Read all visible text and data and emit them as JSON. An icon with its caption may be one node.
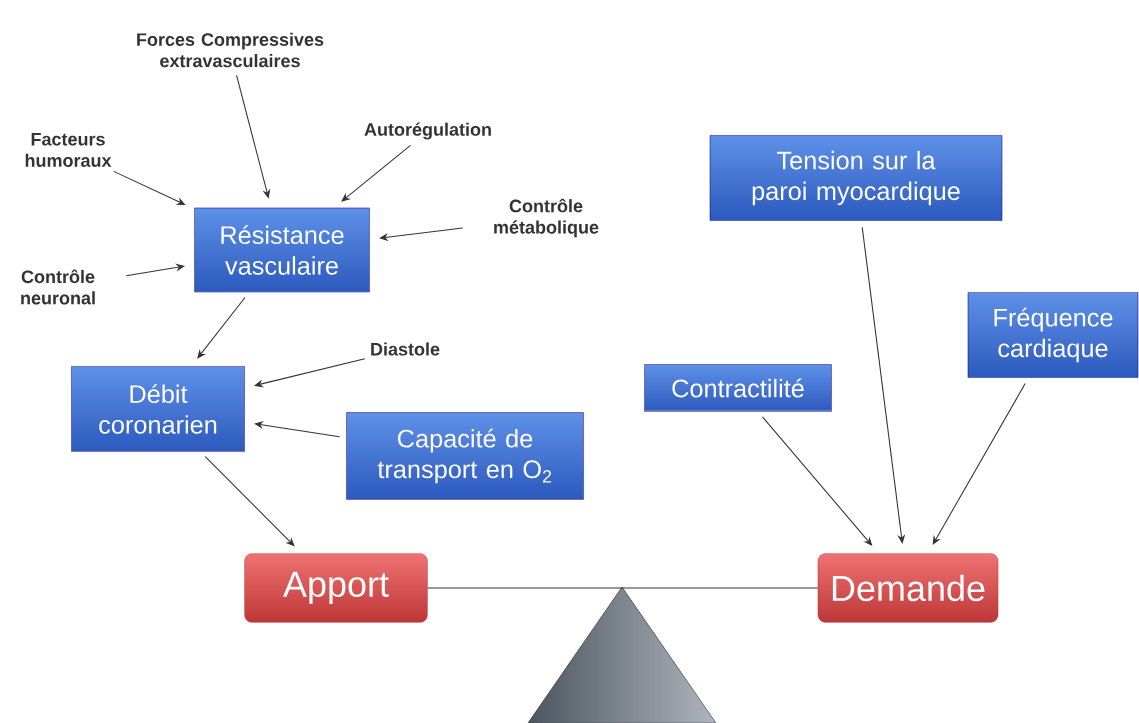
{
  "diagram": {
    "nodes": [
      {
        "text": [
          "Forces Compressives extravasculaires"
        ]
      },
      {
        "text": [
          "Facteurs humoraux"
        ]
      },
      {
        "text": [
          "Autorégulation"
        ]
      },
      {
        "text": [
          "Résistance vasculaire"
        ]
      },
      {
        "text": [
          "Contrôle métabolique"
        ]
      },
      {
        "text": [
          "Contrôle neuronal"
        ]
      },
      {
        "text": [
          "Tension sur la paroi myocardique"
        ]
      },
      {
        "text": [
          "Diastole"
        ]
      },
      {
        "text": [
          "Fréquence cardiaque"
        ]
      },
      {
        "text": [
          "Débit coronarien"
        ]
      },
      {
        "text": [
          "Contractilité"
        ]
      },
      {
        "text": [
          "Capacité de transport en O$_{2}$"
        ]
      },
      {
        "text": [
          "Apport"
        ]
      },
      {
        "text": [
          "Demande"
        ]
      },
      {
        "text": [],
        "shape": "triangle"
      }
    ],
    "edges": [
      {
        "from": 0,
        "to": 3,
        "arrow": "to"
      },
      {
        "from": 1,
        "to": 3,
        "arrow": "to"
      },
      {
        "from": 2,
        "to": 3,
        "arrow": "to"
      },
      {
        "from": 4,
        "to": 3,
        "arrow": "to"
      },
      {
        "from": 5,
        "to": 3,
        "arrow": "to"
      },
      {
        "from": 3,
        "to": 9,
        "arrow": "to"
      },
      {
        "from": 7,
        "to": 9,
        "arrow": "to"
      },
      {
        "from": 11,
        "to": 9,
        "arrow": "to"
      },
      {
        "from": 9,
        "to": 12,
        "arrow": "to"
      },
      {
        "from": 10,
        "to": 13,
        "arrow": "to"
      },
      {
        "from": 6,
        "to": 13,
        "arrow": "to"
      },
      {
        "from": 8,
        "to": 13,
        "arrow": "to"
      },
      {
        "from": 12,
        "to": 13,
        "arrow": "none"
      }
    ]
  }
}
